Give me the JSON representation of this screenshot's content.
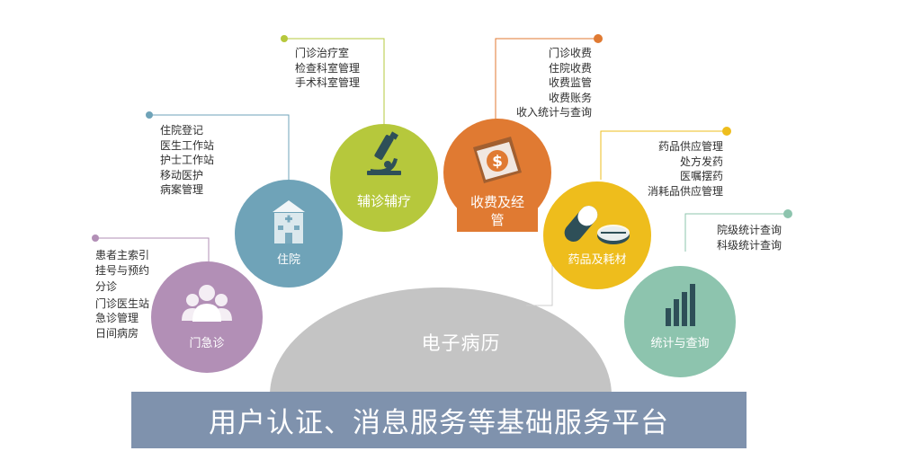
{
  "center": {
    "label": "电子病历"
  },
  "platform": {
    "label": "用户认证、消息服务等基础服务平台"
  },
  "nodes": {
    "outpatient": {
      "label": "门急诊",
      "color": "#b28fb6",
      "icon": "people-group-icon",
      "items": [
        "患者主索引",
        "挂号与预约",
        "分诊",
        "门诊医生站",
        "急诊管理",
        "日间病房"
      ]
    },
    "inpatient": {
      "label": "住院",
      "color": "#6fa3b8",
      "icon": "hospital-icon",
      "items": [
        "住院登记",
        "医生工作站",
        "护士工作站",
        "移动医护",
        "病案管理"
      ]
    },
    "auxiliary": {
      "label": "辅诊辅疗",
      "color": "#b6c83c",
      "icon": "microscope-icon",
      "items": [
        "门诊治疗室",
        "检查科室管理",
        "手术科室管理"
      ]
    },
    "billing": {
      "label_line1": "收费及经",
      "label_line2": "管",
      "color": "#e07a32",
      "icon": "money-dollar-icon",
      "items": [
        "门诊收费",
        "住院收费",
        "收费监管",
        "收费账务",
        "收入统计与查询"
      ]
    },
    "pharmacy": {
      "label": "药品及耗材",
      "color": "#eebd1c",
      "icon": "pills-icon",
      "items": [
        "药品供应管理",
        "处方发药",
        "医嘱摆药",
        "消耗品供应管理"
      ]
    },
    "statistics": {
      "label": "统计与查询",
      "color": "#8dc4ae",
      "icon": "bar-chart-icon",
      "items": [
        "院级统计查询",
        "科级统计查询"
      ]
    }
  }
}
